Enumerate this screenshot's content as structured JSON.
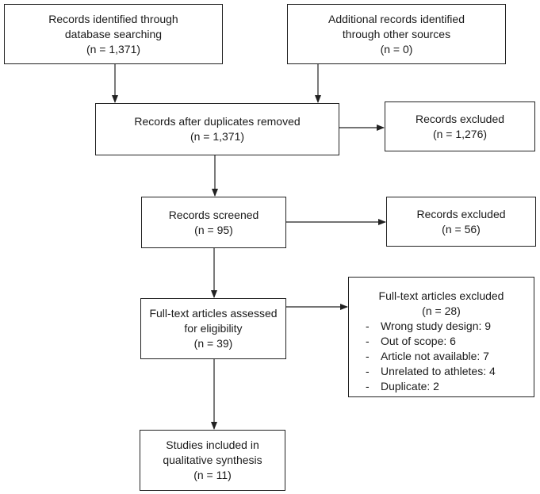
{
  "boxes": {
    "database": {
      "line1": "Records identified through",
      "line2": "database searching",
      "line3": "(n =  1,371)"
    },
    "other": {
      "line1": "Additional records identified",
      "line2": "through other sources",
      "line3": "(n =  0)"
    },
    "duplicates": {
      "line1": "Records after duplicates removed",
      "line2": "(n = 1,371)"
    },
    "excluded_first": {
      "line1": "Records excluded",
      "line2": "(n = 1,276)"
    },
    "screened": {
      "line1": "Records screened",
      "line2": "(n = 95)"
    },
    "excluded_second": {
      "line1": "Records excluded",
      "line2": "(n = 56)"
    },
    "fulltext": {
      "line1": "Full-text articles assessed",
      "line2": "for eligibility",
      "line3": "(n = 39)"
    },
    "fulltext_excluded": {
      "title": "Full-text articles excluded",
      "count": "(n = 28)",
      "bullet": "-",
      "reasons": [
        "Wrong study design: 9",
        "Out of scope: 6",
        "Article not available: 7",
        "Unrelated to athletes: 4",
        "Duplicate: 2"
      ]
    },
    "included": {
      "line1": "Studies included in",
      "line2": "qualitative synthesis",
      "line3": "(n =  11)"
    }
  },
  "colors": {
    "stroke": "#222222",
    "text": "#1a1a1a",
    "background": "#ffffff"
  }
}
